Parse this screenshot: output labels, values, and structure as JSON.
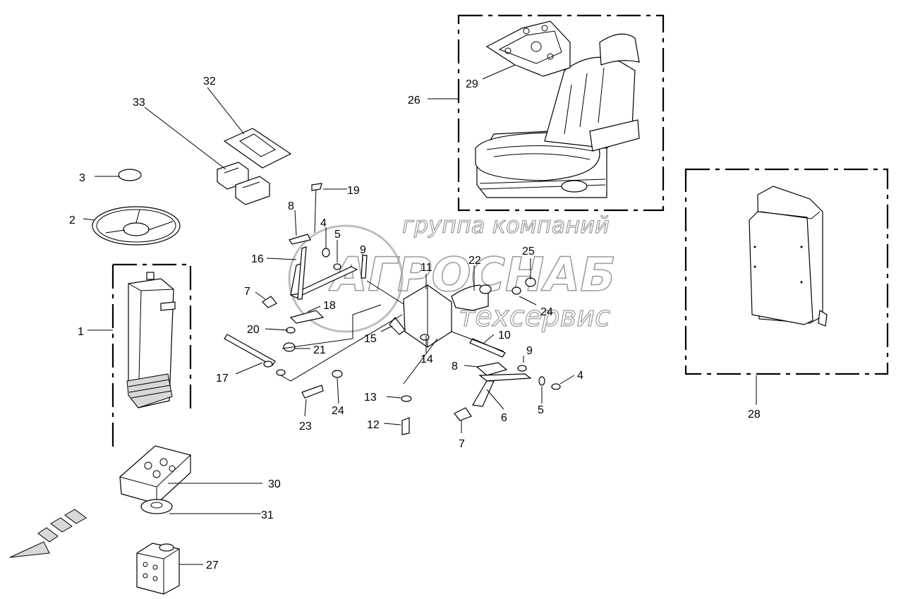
{
  "watermark": {
    "line1": "группа компаний",
    "line2": "АГРОСНАБ",
    "line3": "техсервис"
  },
  "callouts": [
    "1",
    "2",
    "3",
    "4",
    "5",
    "6",
    "7",
    "8",
    "9",
    "10",
    "11",
    "12",
    "13",
    "14",
    "15",
    "16",
    "17",
    "18",
    "19",
    "20",
    "21",
    "22",
    "23",
    "24",
    "25",
    "26",
    "27",
    "28",
    "29",
    "30",
    "31",
    "32",
    "33"
  ],
  "colors": {
    "line": "#000000",
    "watermark": "#9a9a9a",
    "background": "#ffffff"
  }
}
